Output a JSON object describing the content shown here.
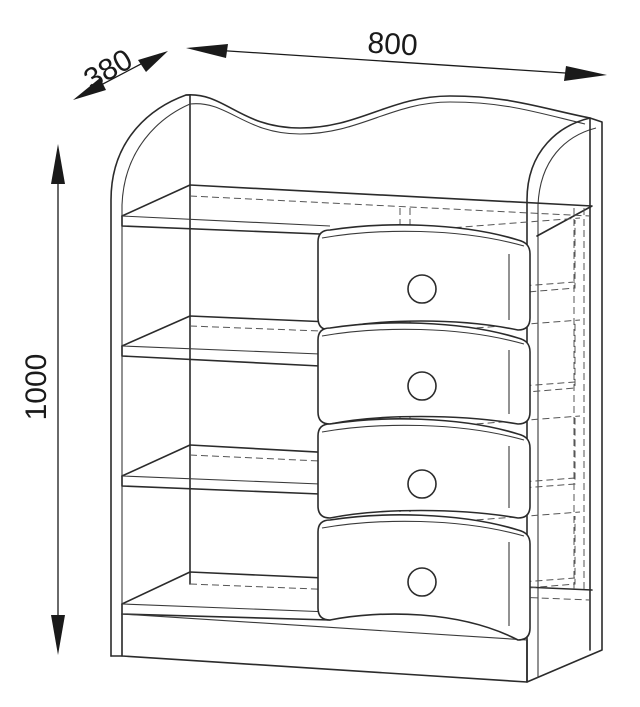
{
  "dimensions": {
    "width": "800",
    "depth": "380",
    "height": "1000"
  },
  "drawer_count": 4,
  "open_shelf_count": 3,
  "colors": {
    "line": "#2b2b2b",
    "hidden_line": "#555555",
    "background": "#ffffff"
  }
}
